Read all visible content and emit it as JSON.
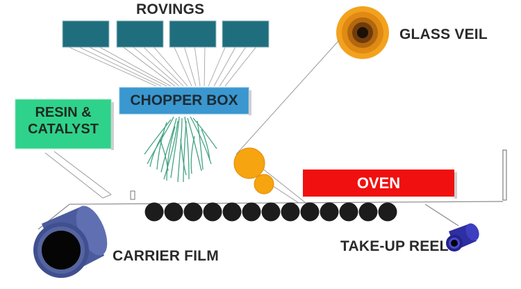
{
  "labels": {
    "rovings": "ROVINGS",
    "chopper_box": "CHOPPER BOX",
    "resin_line1": "RESIN &",
    "resin_line2": "CATALYST",
    "glass_veil": "GLASS VEIL",
    "oven": "OVEN",
    "carrier_film": "CARRIER FILM",
    "take_up_reel": "TAKE-UP REEL"
  },
  "colors": {
    "roving_box": "#1f6e7e",
    "chopper_box": "#3a97cf",
    "resin_box": "#2fd28a",
    "oven": "#f01010",
    "veil_outer": "#f3a21e",
    "roller_orange": "#f6a40f",
    "belt_roller": "#1c1c1c",
    "carrier_film": "#4b5b9e",
    "take_up_reel": "#2e2fa0",
    "fibers": "#2f9a74",
    "text": "#2a2a2a"
  },
  "icons": {
    "glass_veil": "veil-roll-icon",
    "carrier_film": "film-roll-icon",
    "take_up_reel": "reel-icon"
  }
}
